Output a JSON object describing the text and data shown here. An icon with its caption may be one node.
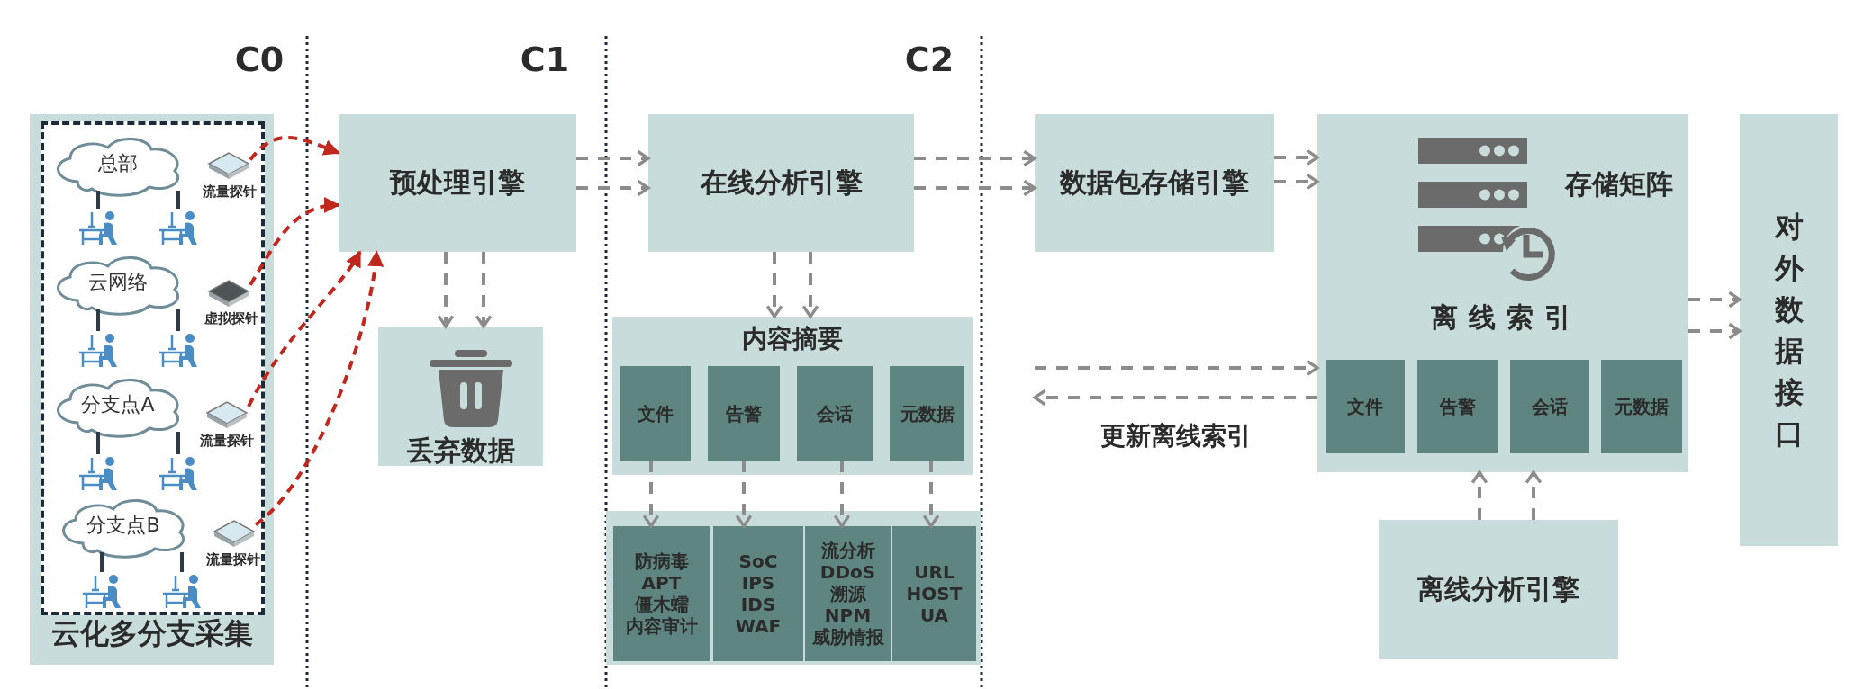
{
  "diagram": {
    "nodes": [
      {
        "text": [
          "云化多分支采集"
        ]
      },
      {
        "text": [
          "总部"
        ],
        "in": 0
      },
      {
        "text": [],
        "shape": "picture",
        "beside": [
          "流量探针"
        ],
        "in": 0
      },
      {
        "text": [
          "云网络"
        ],
        "in": 0
      },
      {
        "text": [],
        "shape": "picture",
        "beside": [
          "虚拟探针"
        ],
        "in": 0
      },
      {
        "text": [
          "分支点A"
        ],
        "in": 0
      },
      {
        "text": [],
        "shape": "picture",
        "beside": [
          "流量探针"
        ],
        "in": 0
      },
      {
        "text": [
          "分支点B"
        ],
        "in": 0
      },
      {
        "text": [],
        "shape": "picture",
        "beside": [
          "流量探针"
        ],
        "in": 0
      },
      {
        "text": [
          "预处理引擎"
        ]
      },
      {
        "text": [
          "丢弃数据"
        ]
      },
      {
        "text": [
          "在线分析引擎"
        ]
      },
      {
        "text": [
          "内容摘要"
        ]
      },
      {
        "text": [
          "文件"
        ],
        "in": 12
      },
      {
        "text": [
          "告警"
        ],
        "in": 12
      },
      {
        "text": [
          "会话"
        ],
        "in": 12
      },
      {
        "text": [
          "元数据"
        ],
        "in": 12
      },
      {
        "text": [],
        "shape": "box"
      },
      {
        "text": [
          "防病毒",
          "APT",
          "僵木蠕",
          "内容审计"
        ],
        "in": 17
      },
      {
        "text": [
          "SoC",
          "IPS",
          "IDS",
          "WAF"
        ],
        "in": 17
      },
      {
        "text": [
          "流分析",
          "DDoS",
          "溯源",
          "NPM",
          "威胁情报"
        ],
        "in": 17
      },
      {
        "text": [
          "URL",
          "HOST",
          "UA"
        ],
        "in": 17
      },
      {
        "text": [
          "数据包存储引擎"
        ]
      },
      {
        "text": [
          "存储矩阵",
          "离线索引"
        ]
      },
      {
        "text": [
          "文件"
        ],
        "in": 23
      },
      {
        "text": [
          "告警"
        ],
        "in": 23
      },
      {
        "text": [
          "会话"
        ],
        "in": 23
      },
      {
        "text": [
          "元数据"
        ],
        "in": 23
      },
      {
        "text": [
          "离线分析引擎"
        ]
      },
      {
        "text": [
          "对外数据接口"
        ]
      },
      {
        "text": [],
        "shape": "person",
        "in": 0
      },
      {
        "text": [],
        "shape": "person",
        "in": 0
      },
      {
        "text": [],
        "shape": "person",
        "in": 0
      },
      {
        "text": [],
        "shape": "person",
        "in": 0
      },
      {
        "text": [],
        "shape": "person",
        "in": 0
      },
      {
        "text": [],
        "shape": "person",
        "in": 0
      },
      {
        "text": [],
        "shape": "person",
        "in": 0
      },
      {
        "text": [],
        "shape": "person",
        "in": 0
      }
    ],
    "edges": [
      {
        "from": 2,
        "to": 9,
        "arrow": "to",
        "style": "dashed",
        "color": "#c0281e"
      },
      {
        "from": 4,
        "to": 9,
        "arrow": "to",
        "style": "dashed",
        "color": "#c0281e"
      },
      {
        "from": 6,
        "to": 9,
        "arrow": "to",
        "style": "dashed",
        "color": "#c0281e"
      },
      {
        "from": 8,
        "to": 9,
        "arrow": "to",
        "style": "dashed",
        "color": "#c0281e"
      },
      {
        "from": 9,
        "to": 11,
        "arrow": "to",
        "style": "dashed"
      },
      {
        "from": 9,
        "to": 11,
        "arrow": "to",
        "style": "dashed"
      },
      {
        "from": 9,
        "to": 10,
        "arrow": "to",
        "style": "dashed"
      },
      {
        "from": 9,
        "to": 10,
        "arrow": "to",
        "style": "dashed"
      },
      {
        "from": 11,
        "to": 12,
        "arrow": "to",
        "style": "dashed"
      },
      {
        "from": 11,
        "to": 12,
        "arrow": "to",
        "style": "dashed"
      },
      {
        "from": 11,
        "to": 22,
        "arrow": "to",
        "style": "dashed"
      },
      {
        "from": 11,
        "to": 22,
        "arrow": "to",
        "style": "dashed"
      },
      {
        "from": 22,
        "to": 23,
        "arrow": "to",
        "style": "dashed"
      },
      {
        "from": 22,
        "to": 23,
        "arrow": "to",
        "style": "dashed"
      },
      {
        "from": null,
        "to": 23,
        "arrow": "to",
        "style": "dashed"
      },
      {
        "from": 23,
        "to": null,
        "arrow": "to",
        "style": "dashed",
        "label": "更新离线索引"
      },
      {
        "from": 28,
        "to": 23,
        "arrow": "to",
        "style": "dashed"
      },
      {
        "from": 28,
        "to": 23,
        "arrow": "to",
        "style": "dashed"
      },
      {
        "from": 13,
        "to": 18,
        "arrow": "to",
        "style": "dashed"
      },
      {
        "from": 14,
        "to": 19,
        "arrow": "to",
        "style": "dashed"
      },
      {
        "from": 15,
        "to": 20,
        "arrow": "to",
        "style": "dashed"
      },
      {
        "from": 16,
        "to": 21,
        "arrow": "to",
        "style": "dashed"
      },
      {
        "from": 23,
        "to": 29,
        "arrow": "to",
        "style": "dashed"
      },
      {
        "from": 23,
        "to": 29,
        "arrow": "to",
        "style": "dashed"
      },
      {
        "from": 1,
        "to": 30,
        "arrow": "none",
        "color": "#2c3a4a"
      },
      {
        "from": 1,
        "to": 31,
        "arrow": "none",
        "color": "#2c3a4a"
      },
      {
        "from": 3,
        "to": 32,
        "arrow": "none",
        "color": "#2c3a4a"
      },
      {
        "from": 3,
        "to": 33,
        "arrow": "none",
        "color": "#2c3a4a"
      },
      {
        "from": 5,
        "to": 34,
        "arrow": "none",
        "color": "#2c3a4a"
      },
      {
        "from": 5,
        "to": 35,
        "arrow": "none",
        "color": "#2c3a4a"
      },
      {
        "from": 7,
        "to": 36,
        "arrow": "none",
        "color": "#2c3a4a"
      },
      {
        "from": 7,
        "to": 37,
        "arrow": "none",
        "color": "#2c3a4a"
      }
    ],
    "labels": [
      "C0",
      "C1",
      "C2"
    ]
  }
}
